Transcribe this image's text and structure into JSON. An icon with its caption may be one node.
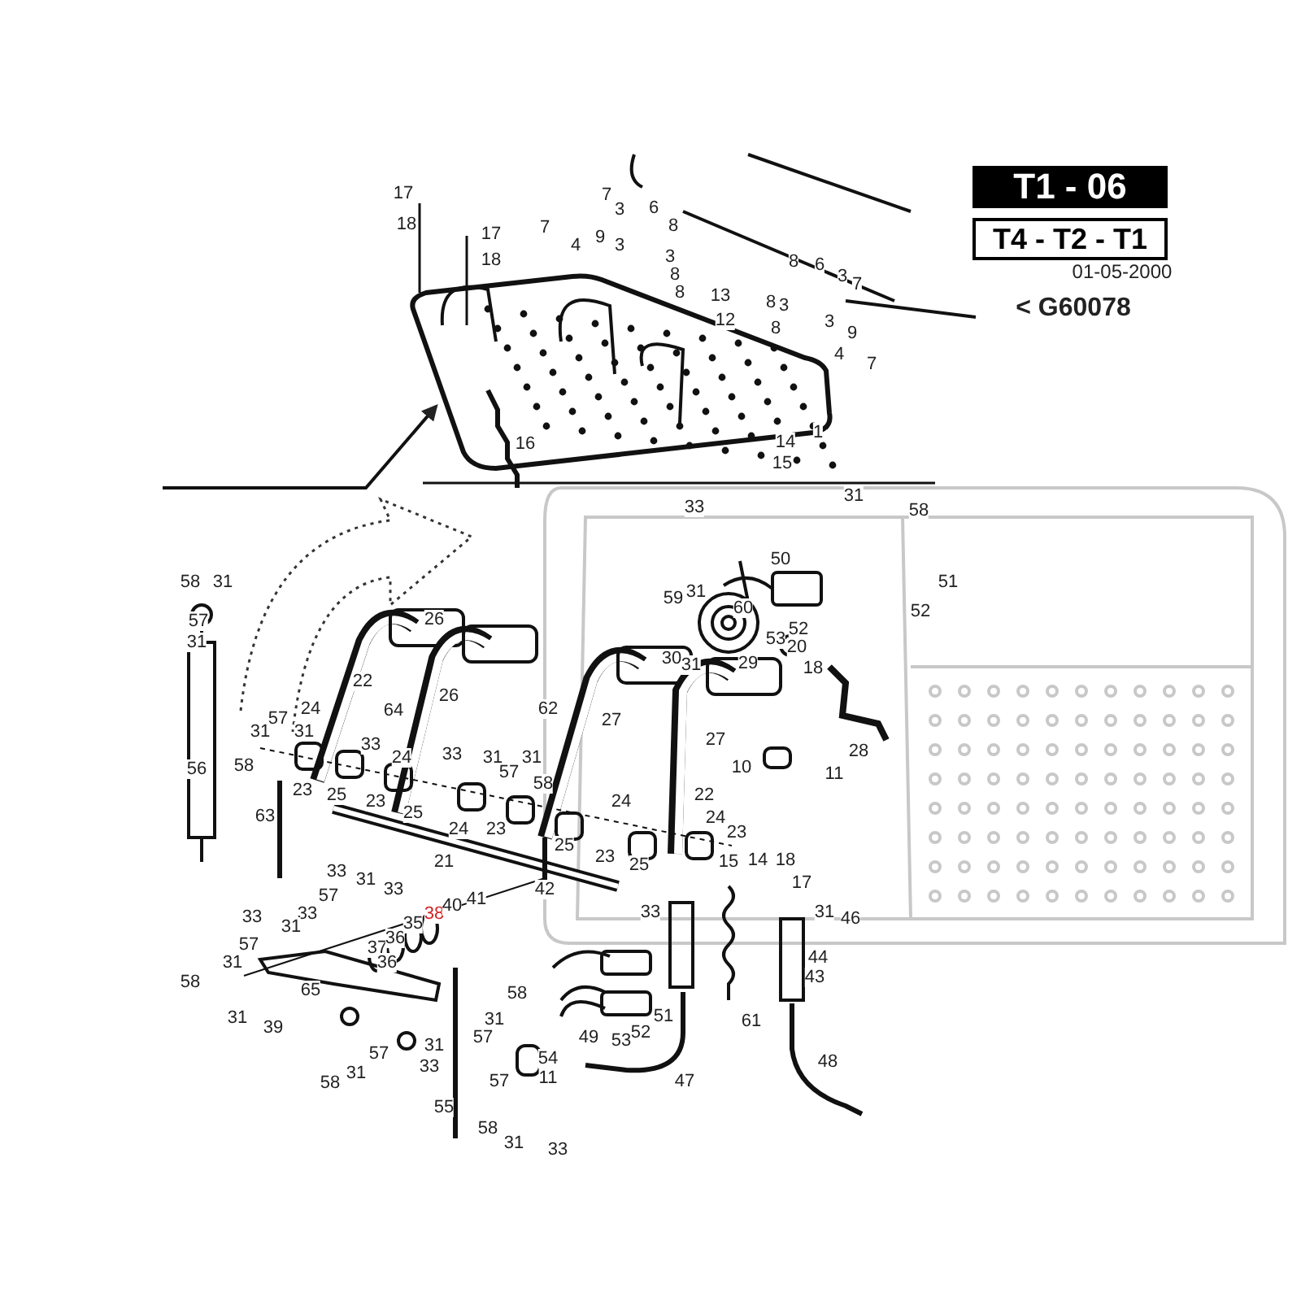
{
  "diagram": {
    "nodes": [
      {
        "text": [
          "T1 - 06"
        ]
      },
      {
        "text": [
          "T4 - T2 - T1"
        ]
      }
    ],
    "labels": [
      "01-05-2000",
      "< G60078",
      "17",
      "18",
      "17",
      "18",
      "7",
      "4",
      "7",
      "3",
      "6",
      "9",
      "3",
      "8",
      "3",
      "8",
      "8",
      "13",
      "12",
      "8",
      "6",
      "3",
      "7",
      "8",
      "3",
      "3",
      "8",
      "9",
      "4",
      "7",
      "1",
      "16",
      "14",
      "15",
      "33",
      "31",
      "58",
      "50",
      "51",
      "52",
      "59",
      "31",
      "60",
      "53",
      "52",
      "20",
      "29",
      "18",
      "30",
      "31",
      "26",
      "22",
      "26",
      "64",
      "62",
      "27",
      "27",
      "28",
      "10",
      "11",
      "22",
      "24",
      "23",
      "25",
      "58",
      "31",
      "57",
      "31",
      "56",
      "24",
      "57",
      "31",
      "31",
      "58",
      "33",
      "23",
      "25",
      "23",
      "24",
      "33",
      "31",
      "31",
      "57",
      "58",
      "25",
      "24",
      "23",
      "63",
      "21",
      "24",
      "23",
      "25",
      "42",
      "33",
      "31",
      "33",
      "57",
      "33",
      "33",
      "31",
      "57",
      "31",
      "58",
      "31",
      "65",
      "37",
      "36",
      "35",
      "38",
      "40",
      "41",
      "36",
      "39",
      "57",
      "58",
      "31",
      "33",
      "31",
      "57",
      "31",
      "58",
      "54",
      "57",
      "11",
      "55",
      "58",
      "31",
      "33",
      "15",
      "14",
      "18",
      "17",
      "33",
      "31",
      "46",
      "44",
      "43",
      "49",
      "53",
      "52",
      "51",
      "61",
      "47",
      "48"
    ]
  }
}
